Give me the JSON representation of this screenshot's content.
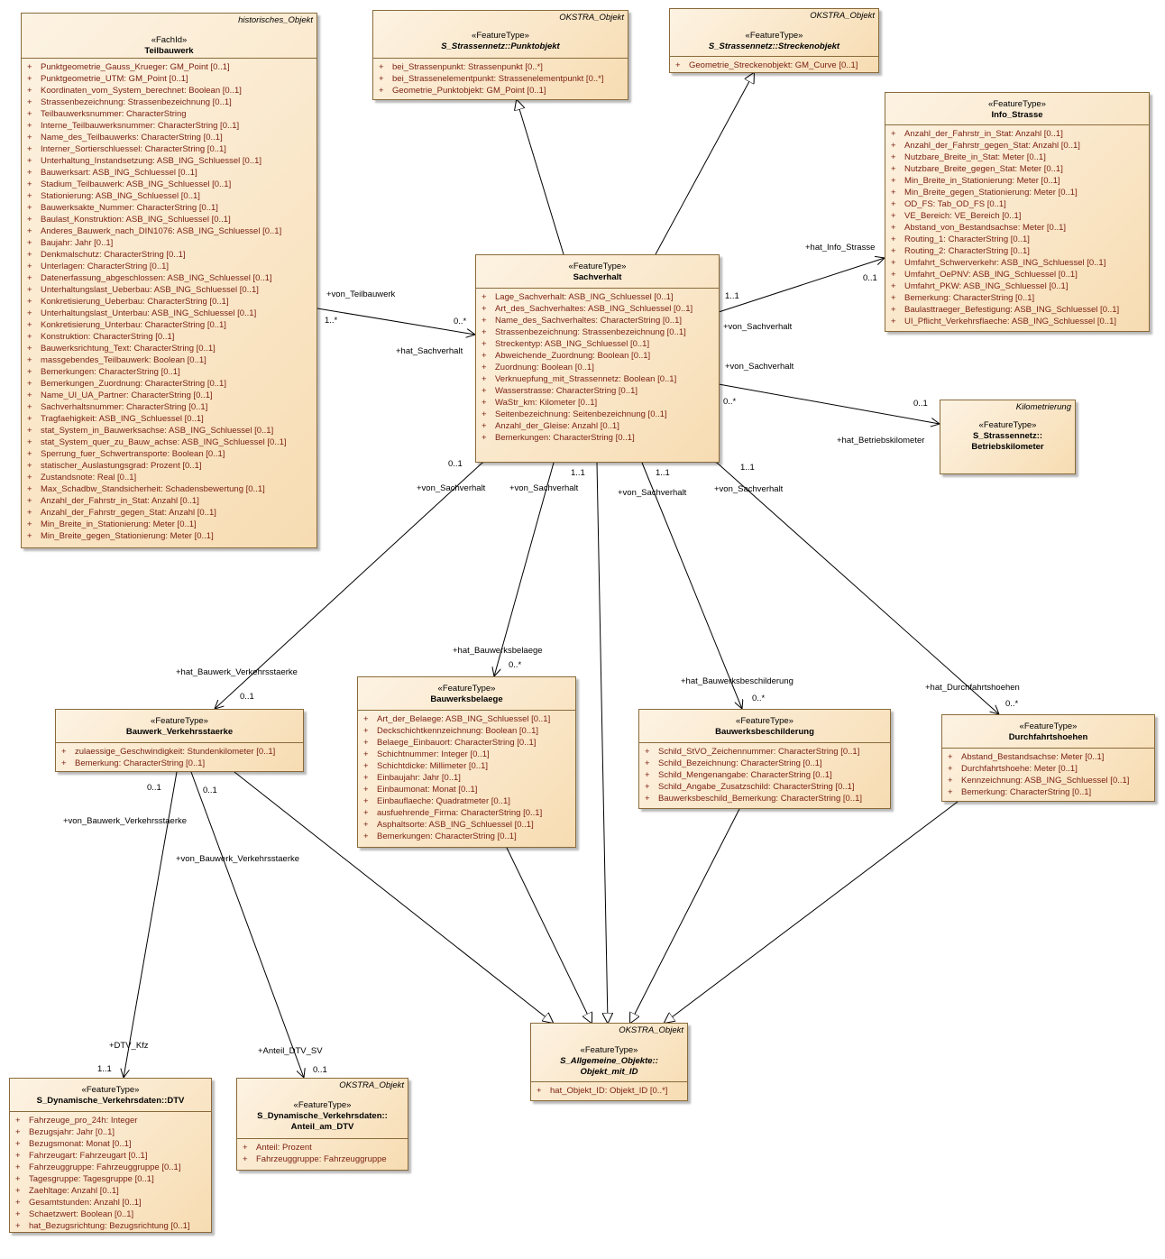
{
  "classes": {
    "teilbauwerk": {
      "tag": "historisches_Objekt",
      "stereotype": "«FachId»",
      "name": "Teilbauwerk",
      "attributes": [
        "Punktgeometrie_Gauss_Krueger: GM_Point [0..1]",
        "Punktgeometrie_UTM: GM_Point [0..1]",
        "Koordinaten_vom_System_berechnet: Boolean [0..1]",
        "Strassenbezeichnung: Strassenbezeichnung [0..1]",
        "Teilbauwerksnummer: CharacterString",
        "Interne_Teilbauwerksnummer: CharacterString [0..1]",
        "Name_des_Teilbauwerks: CharacterString [0..1]",
        "Interner_Sortierschluessel: CharacterString [0..1]",
        "Unterhaltung_Instandsetzung: ASB_ING_Schluessel [0..1]",
        "Bauwerksart: ASB_ING_Schluessel [0..1]",
        "Stadium_Teilbauwerk: ASB_ING_Schluessel [0..1]",
        "Stationierung: ASB_ING_Schluessel [0..1]",
        "Bauwerksakte_Nummer: CharacterString [0..1]",
        "Baulast_Konstruktion: ASB_ING_Schluessel [0..1]",
        "Anderes_Bauwerk_nach_DIN1076: ASB_ING_Schluessel [0..1]",
        "Baujahr: Jahr [0..1]",
        "Denkmalschutz: CharacterString [0..1]",
        "Unterlagen: CharacterString [0..1]",
        "Datenerfassung_abgeschlossen: ASB_ING_Schluessel [0..1]",
        "Unterhaltungslast_Ueberbau: ASB_ING_Schluessel [0..1]",
        "Konkretisierung_Ueberbau: CharacterString [0..1]",
        "Unterhaltungslast_Unterbau: ASB_ING_Schluessel [0..1]",
        "Konkretisierung_Unterbau: CharacterString [0..1]",
        "Konstruktion: CharacterString [0..1]",
        "Bauwerksrichtung_Text: CharacterString [0..1]",
        "massgebendes_Teilbauwerk: Boolean [0..1]",
        "Bemerkungen: CharacterString [0..1]",
        "Bemerkungen_Zuordnung: CharacterString [0..1]",
        "Name_UI_UA_Partner: CharacterString [0..1]",
        "Sachverhaltsnummer: CharacterString [0..1]",
        "Tragfaehigkeit: ASB_ING_Schluessel [0..1]",
        "stat_System_in_Bauwerksachse: ASB_ING_Schluessel [0..1]",
        "stat_System_quer_zu_Bauw_achse: ASB_ING_Schluessel [0..1]",
        "Sperrung_fuer_Schwertransporte: Boolean [0..1]",
        "statischer_Auslastungsgrad: Prozent [0..1]",
        "Zustandsnote: Real [0..1]",
        "Max_Schadbw_Standsicherheit: Schadensbewertung [0..1]",
        "Anzahl_der_Fahrstr_in_Stat: Anzahl [0..1]",
        "Anzahl_der_Fahrstr_gegen_Stat: Anzahl [0..1]",
        "Min_Breite_in_Stationierung: Meter [0..1]",
        "Min_Breite_gegen_Stationierung: Meter [0..1]"
      ]
    },
    "punktobjekt": {
      "tag": "OKSTRA_Objekt",
      "stereotype": "«FeatureType»",
      "name": "S_Strassennetz::Punktobjekt",
      "attributes": [
        "bei_Strassenpunkt: Strassenpunkt [0..*]",
        "bei_Strassenelementpunkt: Strassenelementpunkt [0..*]",
        "Geometrie_Punktobjekt: GM_Point [0..1]"
      ]
    },
    "streckenobjekt": {
      "tag": "OKSTRA_Objekt",
      "stereotype": "«FeatureType»",
      "name": "S_Strassennetz::Streckenobjekt",
      "attributes": [
        "Geometrie_Streckenobjekt: GM_Curve [0..1]"
      ]
    },
    "info_strasse": {
      "stereotype": "«FeatureType»",
      "name": "Info_Strasse",
      "attributes": [
        "Anzahl_der_Fahrstr_in_Stat: Anzahl [0..1]",
        "Anzahl_der_Fahrstr_gegen_Stat: Anzahl [0..1]",
        "Nutzbare_Breite_in_Stat: Meter [0..1]",
        "Nutzbare_Breite_gegen_Stat: Meter [0..1]",
        "Min_Breite_in_Stationierung: Meter [0..1]",
        "Min_Breite_gegen_Stationierung: Meter [0..1]",
        "OD_FS: Tab_OD_FS [0..1]",
        "VE_Bereich: VE_Bereich [0..1]",
        "Abstand_von_Bestandsachse: Meter [0..1]",
        "Routing_1: CharacterString [0..1]",
        "Routing_2: CharacterString [0..1]",
        "Umfahrt_Schwerverkehr: ASB_ING_Schluessel [0..1]",
        "Umfahrt_OePNV: ASB_ING_Schluessel [0..1]",
        "Umfahrt_PKW: ASB_ING_Schluessel [0..1]",
        "Bemerkung: CharacterString [0..1]",
        "Baulasttraeger_Befestigung: ASB_ING_Schluessel [0..1]",
        "UI_Pflicht_Verkehrsflaeche: ASB_ING_Schluessel [0..1]"
      ]
    },
    "sachverhalt": {
      "stereotype": "«FeatureType»",
      "name": "Sachverhalt",
      "attributes": [
        "Lage_Sachverhalt: ASB_ING_Schluessel [0..1]",
        "Art_des_Sachverhaltes: ASB_ING_Schluessel [0..1]",
        "Name_des_Sachverhaltes: CharacterString [0..1]",
        "Strassenbezeichnung: Strassenbezeichnung [0..1]",
        "Streckentyp: ASB_ING_Schluessel [0..1]",
        "Abweichende_Zuordnung: Boolean [0..1]",
        "Zuordnung: Boolean [0..1]",
        "Verknuepfung_mit_Strassennetz: Boolean [0..1]",
        "Wasserstrasse: CharacterString [0..1]",
        "WaStr_km: Kilometer [0..1]",
        "Seitenbezeichnung: Seitenbezeichnung [0..1]",
        "Anzahl_der_Gleise: Anzahl [0..1]",
        "Bemerkungen: CharacterString [0..1]"
      ]
    },
    "betriebskilometer": {
      "tag": "Kilometrierung",
      "stereotype": "«FeatureType»",
      "name": "S_Strassennetz::\nBetriebskilometer",
      "attributes": []
    },
    "bauwerk_verkehrsstaerke": {
      "stereotype": "«FeatureType»",
      "name": "Bauwerk_Verkehrsstaerke",
      "attributes": [
        "zulaessige_Geschwindigkeit: Stundenkilometer [0..1]",
        "Bemerkung: CharacterString [0..1]"
      ]
    },
    "bauwerksbelaege": {
      "stereotype": "«FeatureType»",
      "name": "Bauwerksbelaege",
      "attributes": [
        "Art_der_Belaege: ASB_ING_Schluessel [0..1]",
        "Deckschichtkennzeichnung: Boolean [0..1]",
        "Belaege_Einbauort: CharacterString [0..1]",
        "Schichtnummer: Integer [0..1]",
        "Schichtdicke: Millimeter [0..1]",
        "Einbaujahr: Jahr [0..1]",
        "Einbaumonat: Monat [0..1]",
        "Einbauflaeche: Quadratmeter [0..1]",
        "ausfuehrende_Firma: CharacterString [0..1]",
        "Asphaltsorte: ASB_ING_Schluessel [0..1]",
        "Bemerkungen: CharacterString [0..1]"
      ]
    },
    "bauwerksbeschilderung": {
      "stereotype": "«FeatureType»",
      "name": "Bauwerksbeschilderung",
      "attributes": [
        "Schild_StVO_Zeichennummer: CharacterString [0..1]",
        "Schild_Bezeichnung: CharacterString [0..1]",
        "Schild_Mengenangabe: CharacterString [0..1]",
        "Schild_Angabe_Zusatzschild: CharacterString [0..1]",
        "Bauwerksbeschild_Bemerkung: CharacterString [0..1]"
      ]
    },
    "durchfahrtshoehen": {
      "stereotype": "«FeatureType»",
      "name": "Durchfahrtshoehen",
      "attributes": [
        "Abstand_Bestandsachse: Meter [0..1]",
        "Durchfahrtshoehe: Meter [0..1]",
        "Kennzeichnung: ASB_ING_Schluessel [0..1]",
        "Bemerkung: CharacterString [0..1]"
      ]
    },
    "objekt_mit_id": {
      "tag": "OKSTRA_Objekt",
      "stereotype": "«FeatureType»",
      "name": "S_Allgemeine_Objekte::\nObjekt_mit_ID",
      "attributes": [
        "hat_Objekt_ID: Objekt_ID [0..*]"
      ]
    },
    "dtv": {
      "stereotype": "«FeatureType»",
      "name": "S_Dynamische_Verkehrsdaten::DTV",
      "attributes": [
        "Fahrzeuge_pro_24h: Integer",
        "Bezugsjahr: Jahr [0..1]",
        "Bezugsmonat: Monat [0..1]",
        "Fahrzeugart: Fahrzeugart [0..1]",
        "Fahrzeuggruppe: Fahrzeuggruppe [0..1]",
        "Tagesgruppe: Tagesgruppe [0..1]",
        "Zaehltage: Anzahl [0..1]",
        "Gesamtstunden: Anzahl [0..1]",
        "Schaetzwert: Boolean [0..1]",
        "hat_Bezugsrichtung: Bezugsrichtung [0..1]"
      ]
    },
    "anteil_am_dtv": {
      "tag": "OKSTRA_Objekt",
      "stereotype": "«FeatureType»",
      "name": "S_Dynamische_Verkehrsdaten::\nAnteil_am_DTV",
      "attributes": [
        "Anteil: Prozent",
        "Fahrzeuggruppe: Fahrzeuggruppe"
      ]
    }
  },
  "visibility_symbol": "+",
  "association_labels": {
    "von_teilbauwerk": "+von_Teilbauwerk",
    "teilbauwerk_mult": "1..*",
    "hat_sachverhalt": "+hat_Sachverhalt",
    "sachverhalt_mult_teil": "0..*",
    "hat_info_strasse": "+hat_Info_Strasse",
    "info_strasse_mult": "0..1",
    "sachverhalt_mult_info": "1..1",
    "von_sachverhalt_info": "+von_Sachverhalt",
    "von_sachverhalt_betrieb": "+von_Sachverhalt",
    "sachverhalt_mult_betrieb": "0..*",
    "betrieb_mult": "0..1",
    "hat_betriebskilometer": "+hat_Betriebskilometer",
    "mult_0_1_a": "0..1",
    "von_sachverhalt_a": "+von_Sachverhalt",
    "mult_1_1_b": "1..1",
    "von_sachverhalt_b": "+von_Sachverhalt",
    "mult_1_1_c": "1..1",
    "von_sachverhalt_c": "+von_Sachverhalt",
    "mult_1_1_d": "1..1",
    "von_sachverhalt_d": "+von_Sachverhalt",
    "hat_bauwerksbelaege": "+hat_Bauwerksbelaege",
    "belaege_mult": "0..*",
    "hat_bauwerk_verkehrsstaerke": "+hat_Bauwerk_Verkehrsstaerke",
    "verkehrsstaerke_mult": "0..1",
    "hat_bauwerksbeschilderung": "+hat_Bauwerksbeschilderung",
    "beschilderung_mult": "0..*",
    "hat_durchfahrtshoehen": "+hat_Durchfahrtshoehen",
    "durchfahrt_mult": "0..*",
    "von_bauwerk_verkehrsstaerke_1": "+von_Bauwerk_Verkehrsstaerke",
    "bv_mult_1": "0..1",
    "von_bauwerk_verkehrsstaerke_2": "+von_Bauwerk_Verkehrsstaerke",
    "bv_mult_2": "0..1",
    "dtv_kfz": "+DTV_Kfz",
    "dtv_mult": "1..1",
    "anteil_dtv_sv": "+Anteil_DTV_SV",
    "anteil_mult": "0..1"
  }
}
